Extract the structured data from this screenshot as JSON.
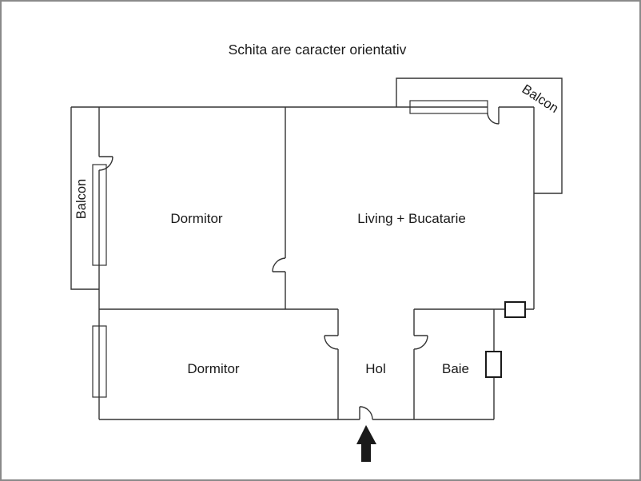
{
  "title": "Schita are caracter orientativ",
  "rooms": {
    "dormitor_top": "Dormitor",
    "living": "Living + Bucatarie",
    "dormitor_bottom": "Dormitor",
    "hol": "Hol",
    "baie": "Baie"
  },
  "balconies": {
    "left": "Balcon",
    "top_right": "Balcon"
  },
  "icons": {
    "entrance_arrow": "up-arrow"
  },
  "colors": {
    "wall": "#333333",
    "text": "#1a1a1a",
    "frame": "#8a8a8a",
    "arrow": "#1a1a1a",
    "background": "#ffffff"
  }
}
